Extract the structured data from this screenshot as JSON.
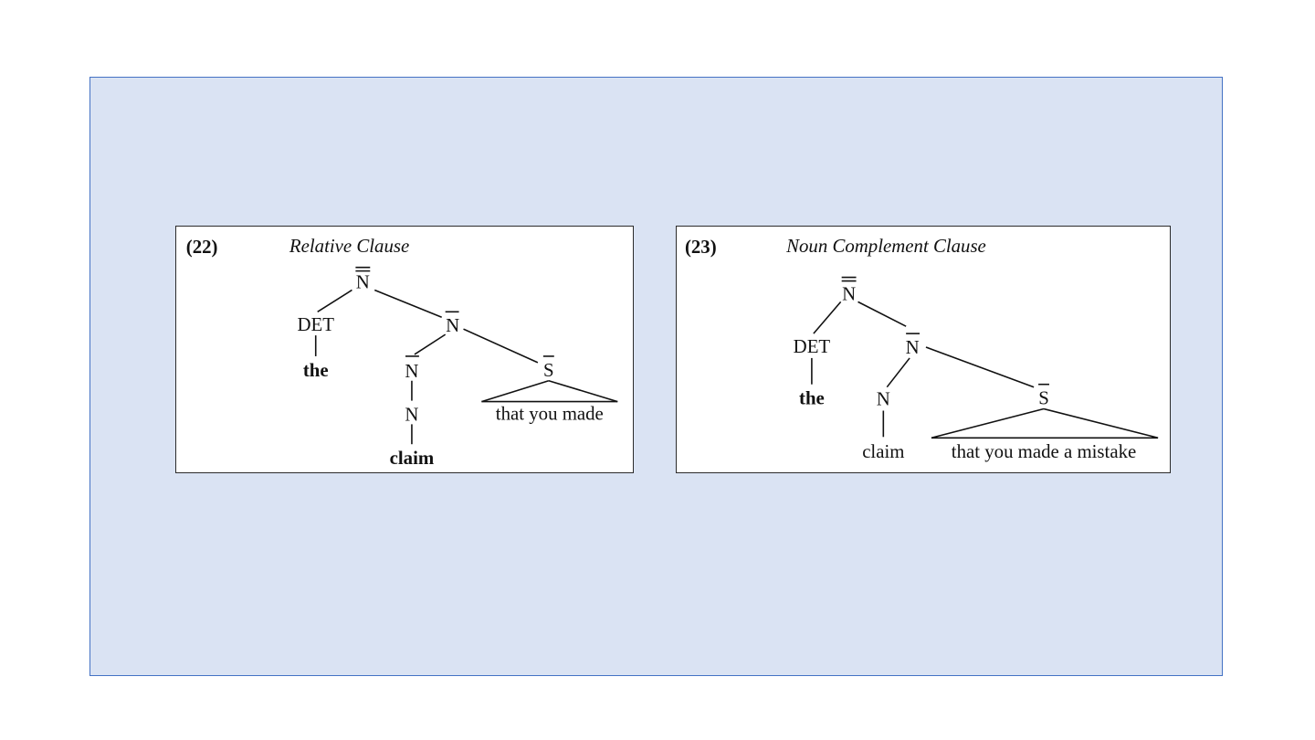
{
  "slide": {
    "background": "#dae3f3",
    "border": "#4472c4"
  },
  "figure_22": {
    "number": "(22)",
    "title": "Relative Clause",
    "nodes": {
      "root": "N",
      "det": "DET",
      "nbar": "N",
      "nbar2": "N",
      "n": "N",
      "sbar": "S"
    },
    "words": {
      "the": "the",
      "claim": "claim",
      "clause": "that you made"
    }
  },
  "figure_23": {
    "number": "(23)",
    "title": "Noun Complement Clause",
    "nodes": {
      "root": "N",
      "det": "DET",
      "nbar": "N",
      "n": "N",
      "sbar": "S"
    },
    "words": {
      "the": "the",
      "claim": "claim",
      "clause": "that you made a mistake"
    }
  }
}
